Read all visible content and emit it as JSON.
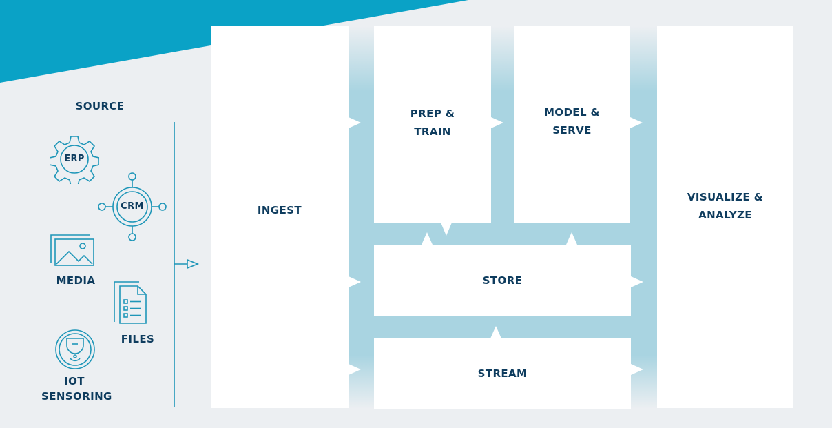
{
  "source": {
    "title": "SOURCE",
    "items": {
      "erp": "ERP",
      "crm": "CRM",
      "media": "MEDIA",
      "files": "FILES",
      "iot": "IOT SENSORING"
    }
  },
  "stages": {
    "ingest": "INGEST",
    "prep_train": "PREP & TRAIN",
    "model_serve": "MODEL & SERVE",
    "store": "STORE",
    "stream": "STREAM",
    "visualize": "VISUALIZE & ANALYZE"
  },
  "colors": {
    "banner": "#0aa2c6",
    "flow": "#a9d4e1",
    "text": "#0e3c5e",
    "icon": "#1e96b8",
    "background": "#eceff2"
  }
}
